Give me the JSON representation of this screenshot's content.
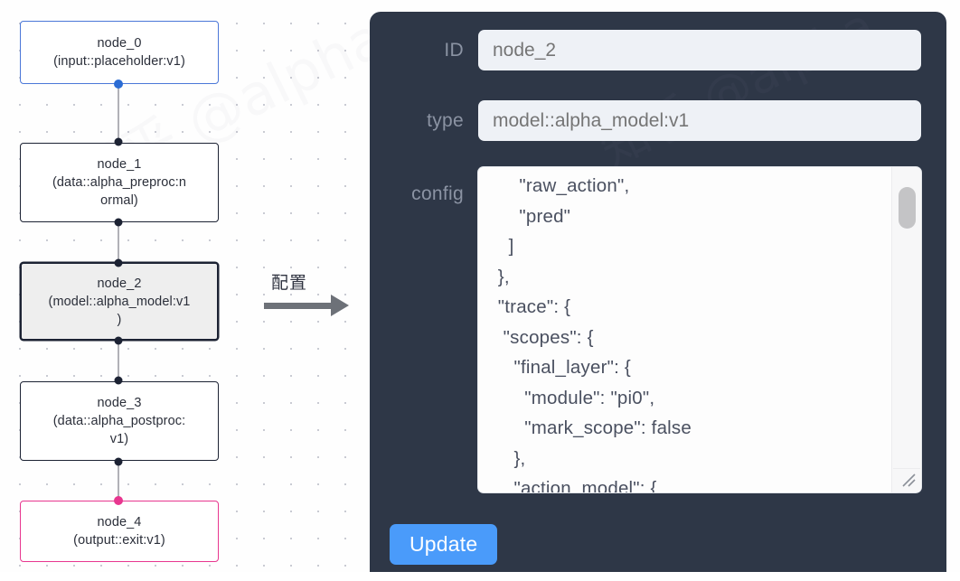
{
  "canvas": {
    "nodes": [
      {
        "id": "node_0",
        "label": "node_0\n(input::placeholder:v1)",
        "kind": "input",
        "selected": false
      },
      {
        "id": "node_1",
        "label": "node_1\n(data::alpha_preproc:n\normal)",
        "kind": "default",
        "selected": false
      },
      {
        "id": "node_2",
        "label": "node_2\n(model::alpha_model:v1\n)",
        "kind": "default",
        "selected": true
      },
      {
        "id": "node_3",
        "label": "node_3\n(data::alpha_postproc:\nv1)",
        "kind": "default",
        "selected": false
      },
      {
        "id": "node_4",
        "label": "node_4\n(output::exit:v1)",
        "kind": "output",
        "selected": false
      }
    ]
  },
  "annotation": {
    "arrow_label": "配置",
    "arrow_icon": "right-arrow-icon"
  },
  "panel": {
    "id_label": "ID",
    "id_value": "node_2",
    "id_placeholder": "node_2",
    "type_label": "type",
    "type_value": "model::alpha_model:v1",
    "type_placeholder": "model::alpha_model:v1",
    "config_label": "config",
    "config_value": "      \"raw_action\",\n      \"pred\"\n    ]\n  },\n  \"trace\": {\n   \"scopes\": {\n     \"final_layer\": {\n       \"module\": \"pi0\",\n       \"mark_scope\": false\n     },\n     \"action_model\": {",
    "update_label": "Update",
    "scrollbar_name": "config-scrollbar",
    "resize_handle_name": "resize-handle"
  },
  "colors": {
    "panel_bg": "#2e3747",
    "accent_button": "#4a9bfa",
    "input_node_border": "#4b77d8",
    "output_node_border": "#e8368f",
    "selected_node_fill": "#eeeeee",
    "edge": "#b1b1b7"
  },
  "watermarks": [
    "知乎 @alpha",
    "知乎 @alpha",
    "知乎 @alpha"
  ]
}
